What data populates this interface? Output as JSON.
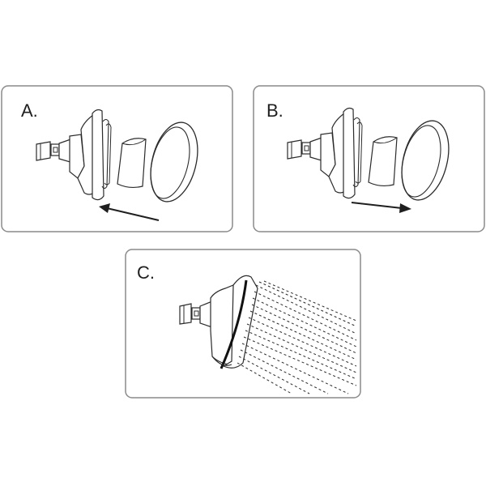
{
  "panels": [
    {
      "label": "A."
    },
    {
      "label": "B."
    },
    {
      "label": "C."
    }
  ],
  "colors": {
    "stroke": "#2b2b2b",
    "frame": "#8a8a8a",
    "background": "#ffffff"
  },
  "icons": {
    "panel_a": "showerhead-exploded-icon",
    "panel_b": "showerhead-exploded-icon",
    "panel_c": "showerhead-spray-icon"
  }
}
